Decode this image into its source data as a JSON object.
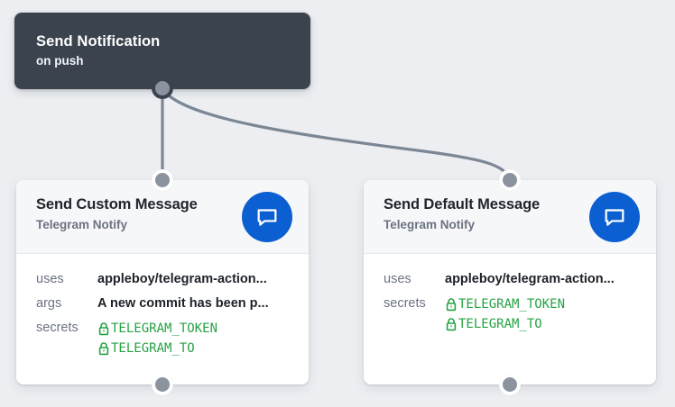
{
  "canvas": {
    "background_color": "#eceef2",
    "edge_color": "#7b8795"
  },
  "trigger": {
    "name": "trigger-node",
    "title": "Send Notification",
    "subtitle": "on push",
    "background_color": "#3b434e",
    "title_color": "#ffffff"
  },
  "actions": [
    {
      "id": "send-custom-message",
      "title": "Send Custom Message",
      "subtitle": "Telegram Notify",
      "badge_icon": "chat-bubble-icon",
      "badge_color": "#0b5fd0",
      "properties": [
        {
          "key": "uses",
          "value": "appleboy/telegram-action...",
          "type": "text"
        },
        {
          "key": "args",
          "value": "A new commit has been p...",
          "type": "text"
        },
        {
          "key": "secrets",
          "type": "secrets",
          "values": [
            "TELEGRAM_TOKEN",
            "TELEGRAM_TO"
          ],
          "color": "#25a244",
          "icon": "lock-icon"
        }
      ]
    },
    {
      "id": "send-default-message",
      "title": "Send Default Message",
      "subtitle": "Telegram Notify",
      "badge_icon": "chat-bubble-icon",
      "badge_color": "#0b5fd0",
      "properties": [
        {
          "key": "uses",
          "value": "appleboy/telegram-action...",
          "type": "text"
        },
        {
          "key": "secrets",
          "type": "secrets",
          "values": [
            "TELEGRAM_TOKEN",
            "TELEGRAM_TO"
          ],
          "color": "#25a244",
          "icon": "lock-icon"
        }
      ]
    }
  ]
}
